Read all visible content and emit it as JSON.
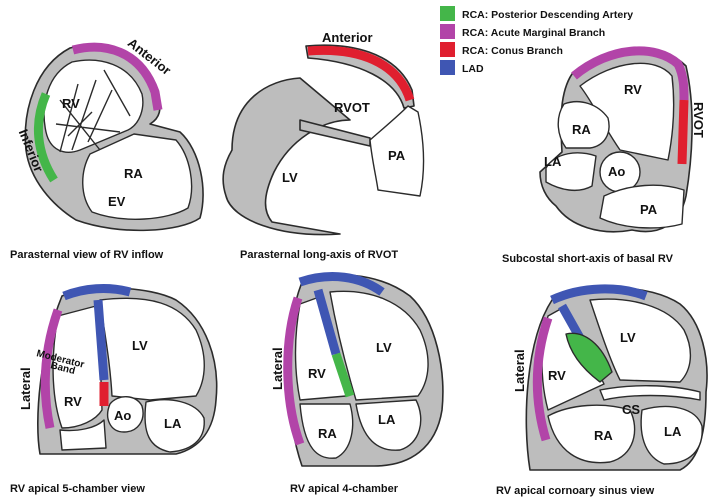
{
  "legend": {
    "items": [
      {
        "label": "RCA: Posterior Descending Artery",
        "color": "#44b649"
      },
      {
        "label": "RCA: Acute Marginal Branch",
        "color": "#b244a8"
      },
      {
        "label": "RCA: Conus Branch",
        "color": "#e01f2f"
      },
      {
        "label": "LAD",
        "color": "#3f56b3"
      }
    ]
  },
  "colors": {
    "wall": "#bdbdbd",
    "outline": "#2b2b2b",
    "cavity": "#ffffff",
    "pda": "#44b649",
    "acute_marginal": "#b244a8",
    "conus": "#e01f2f",
    "lad": "#3f56b3"
  },
  "views": [
    {
      "caption": "Parasternal view of RV inflow",
      "labels": {
        "anterior": "Anterior",
        "inferior": "Inferior",
        "rv": "RV",
        "ra": "RA",
        "ev": "EV"
      }
    },
    {
      "caption": "Parasternal long-axis of RVOT",
      "labels": {
        "anterior": "Anterior",
        "rvot": "RVOT",
        "lv": "LV",
        "pa": "PA"
      }
    },
    {
      "caption": "Subcostal short-axis of basal RV",
      "labels": {
        "rv": "RV",
        "ra": "RA",
        "la": "LA",
        "ao": "Ao",
        "rvot": "RVOT",
        "pa": "PA"
      }
    },
    {
      "caption": "RV apical 5-chamber view",
      "labels": {
        "lateral": "Lateral",
        "lv": "LV",
        "moderator_band_1": "Moderator",
        "moderator_band_2": "Band",
        "rv": "RV",
        "ao": "Ao",
        "la": "LA"
      }
    },
    {
      "caption": "RV apical 4-chamber",
      "labels": {
        "lateral": "Lateral",
        "rv": "RV",
        "lv": "LV",
        "la": "LA",
        "ra": "RA"
      }
    },
    {
      "caption": "RV apical cornoary sinus view",
      "labels": {
        "lateral": "Lateral",
        "lv": "LV",
        "rv": "RV",
        "cs": "CS",
        "ra": "RA",
        "la": "LA"
      }
    }
  ]
}
